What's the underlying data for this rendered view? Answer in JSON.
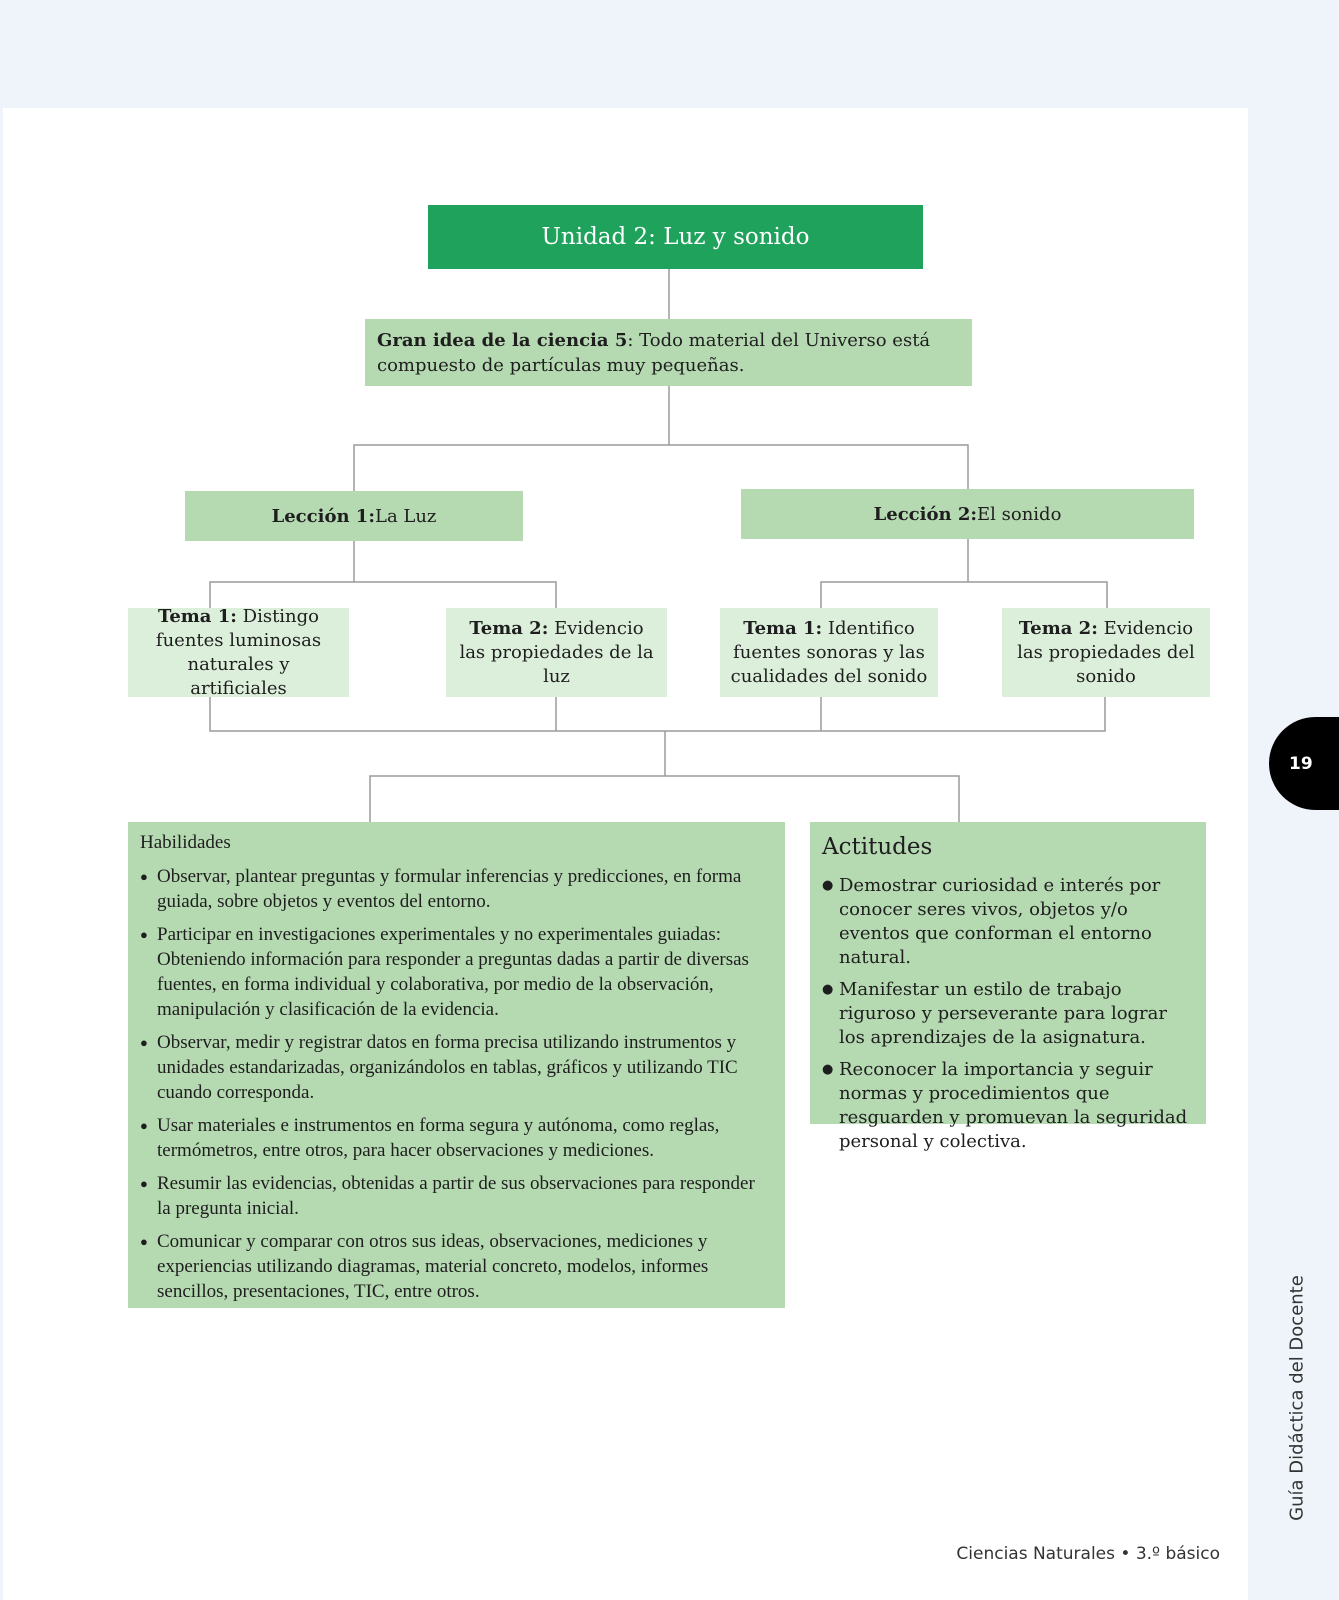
{
  "unit": {
    "title": "Unidad 2: Luz y sonido"
  },
  "big_idea": {
    "label": "Gran idea de la ciencia 5",
    "text": ": Todo material del Universo está compuesto de partículas muy pequeñas."
  },
  "lessons": [
    {
      "label": "Lección 1:",
      "name": " La Luz"
    },
    {
      "label": "Lección 2:",
      "name": " El sonido"
    }
  ],
  "temas": [
    {
      "label": "Tema 1:",
      "text": " Distingo fuentes luminosas naturales y artificiales"
    },
    {
      "label": "Tema 2:",
      "text": " Evidencio las propiedades de la luz"
    },
    {
      "label": "Tema 1:",
      "text": " Identifico fuentes sonoras y las cualidades del sonido"
    },
    {
      "label": "Tema 2:",
      "text": " Evidencio las propiedades del sonido"
    }
  ],
  "habilidades": {
    "title": "Habilidades",
    "items": [
      "Observar, plantear preguntas y formular inferencias y predicciones, en forma guiada, sobre objetos y eventos del entorno.",
      "Participar en investigaciones experimentales y no experimentales guiadas: Obteniendo información para responder a preguntas dadas a partir de diversas fuentes, en forma individual y colaborativa, por medio de la observación, manipulación y clasificación de la evidencia.",
      "Observar, medir y registrar datos en forma precisa utilizando instrumentos y unidades estandarizadas, organizándolos en tablas, gráficos y utilizando TIC cuando corresponda.",
      "Usar materiales e instrumentos en forma segura y autónoma, como reglas, termómetros, entre otros, para hacer observaciones y mediciones.",
      "Resumir las evidencias, obtenidas a partir de sus observaciones para responder la pregunta inicial.",
      "Comunicar y comparar con otros sus ideas, observaciones, mediciones y experiencias utilizando diagramas, material concreto, modelos, informes sencillos, presentaciones, TIC, entre otros."
    ]
  },
  "actitudes": {
    "title": "Actitudes",
    "items": [
      "Demostrar curiosidad e interés por conocer seres vivos, objetos y/o eventos que conforman el entorno natural.",
      "Manifestar un estilo de trabajo riguroso y perseverante para lograr los aprendizajes de la asignatura.",
      "Reconocer la importancia y seguir normas y procedimientos que resguarden y promuevan la seguridad personal y colectiva."
    ]
  },
  "page_number": "19",
  "side_text": "Guía Didáctica del Docente",
  "footer": "Ciencias Naturales • 3.º básico",
  "colors": {
    "unit_green": "#1fa35c",
    "box_green": "#b5d9b1",
    "tema_green": "#dcefdb",
    "line_gray": "#9a9a9a"
  }
}
